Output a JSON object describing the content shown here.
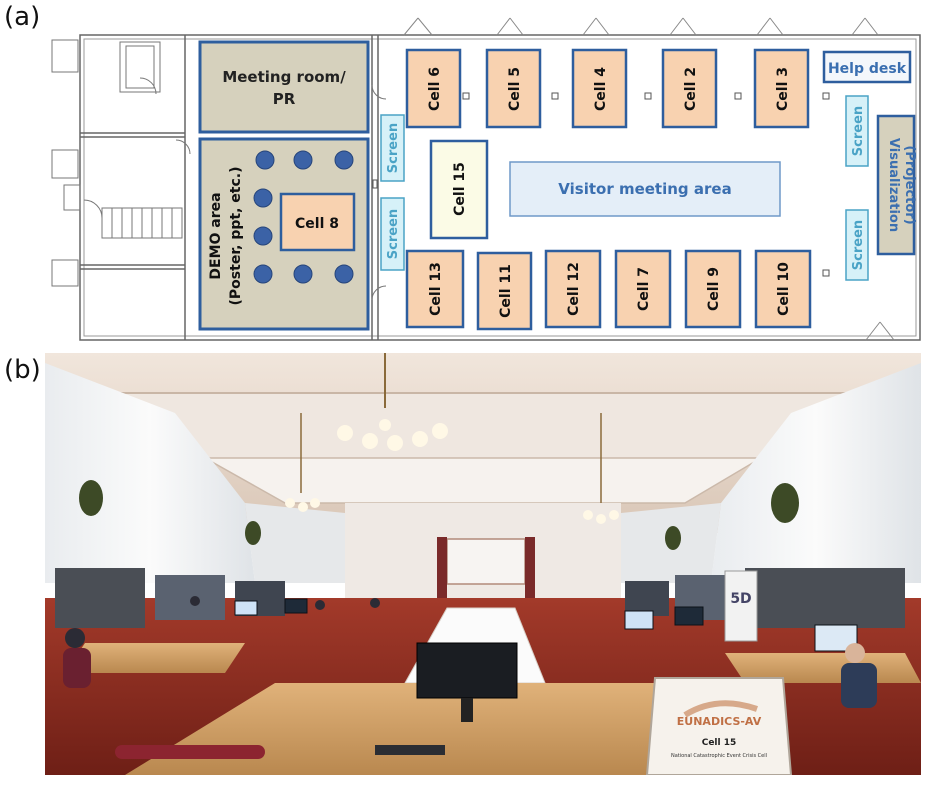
{
  "panel_labels": {
    "a": "(a)",
    "b": "(b)"
  },
  "floor_plan": {
    "meeting_room": {
      "line1": "Meeting room/",
      "line2": "PR"
    },
    "demo_area": {
      "line1": "DEMO area",
      "line2": "(Poster, ppt, etc.)"
    },
    "help_desk": "Help desk",
    "visitor_area": "Visitor meeting area",
    "visualization": {
      "line1": "Visualization",
      "line2": "(Projector)"
    },
    "screen_label": "Screen",
    "cells": {
      "cell6": "Cell 6",
      "cell5": "Cell 5",
      "cell4": "Cell 4",
      "cell2": "Cell 2",
      "cell3": "Cell 3",
      "cell8": "Cell 8",
      "cell15": "Cell 15",
      "cell13": "Cell 13",
      "cell11": "Cell 11",
      "cell12": "Cell 12",
      "cell7": "Cell 7",
      "cell9": "Cell 9",
      "cell10": "Cell 10"
    },
    "colors": {
      "cell_fill": "#f8d2b0",
      "cell_border": "#2e5e9e",
      "meeting_fill": "#d6d1bd",
      "demo_fill": "#d6d1bd",
      "visitor_fill": "#e4eef8",
      "cell15_fill": "#fbfbe6",
      "screen_fill": "#d6f1f8",
      "screen_text": "#4aa3c6",
      "label_blue": "#3b6fb0",
      "table_dot": "#3b62a6"
    }
  },
  "photo": {
    "sign_brand": "EUNADICS-AV",
    "sign_cell": "Cell 15",
    "sign_sub": "National Catastrophic Event Crisis Cell",
    "banner_text": "5D"
  }
}
